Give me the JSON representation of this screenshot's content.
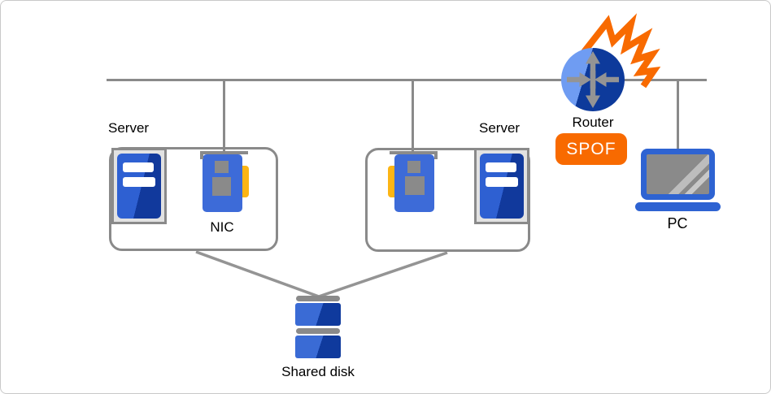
{
  "diagram_type": "network-spof-diagram",
  "nodes": {
    "server1": {
      "label": "Server",
      "kind": "server"
    },
    "nic1": {
      "label": "NIC",
      "kind": "network-interface-card"
    },
    "server2": {
      "label": "Server",
      "kind": "server"
    },
    "router": {
      "label": "Router",
      "kind": "router",
      "status": "failure-highlighted"
    },
    "spof_badge": {
      "label": "SPOF",
      "kind": "status-badge"
    },
    "pc": {
      "label": "PC",
      "kind": "client-laptop"
    },
    "shared_disk": {
      "label": "Shared disk",
      "kind": "storage"
    }
  },
  "edges": [
    {
      "from": "network-bus",
      "to": "nic1"
    },
    {
      "from": "network-bus",
      "to": "nic2"
    },
    {
      "from": "network-bus",
      "to": "router"
    },
    {
      "from": "network-bus",
      "to": "pc"
    },
    {
      "from": "server-box-1",
      "to": "shared_disk"
    },
    {
      "from": "server-box-2",
      "to": "shared_disk"
    }
  ],
  "colors": {
    "line_gray": "#8a8a8a",
    "icon_gray": "#8a8a8a",
    "icon_blue": "#3d6bd8",
    "icon_blue_light": "#2e60d2",
    "icon_blue_dark": "#11399c",
    "router_blue_light": "#6f9cf2",
    "router_blue_dark": "#0d3a9b",
    "alert_orange": "#f86a00",
    "nic_connector_yellow": "#fcb515",
    "frame_light_gray": "#e2e2e2"
  }
}
